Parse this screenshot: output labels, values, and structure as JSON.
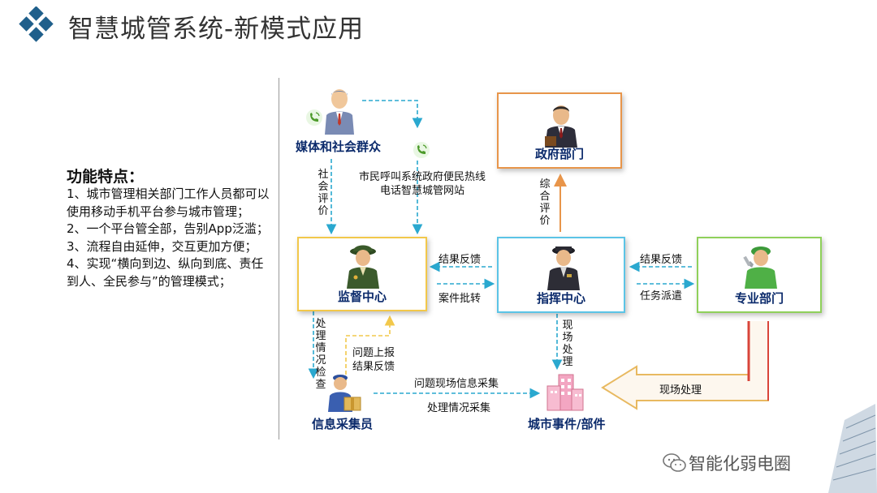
{
  "header": {
    "title": "智慧城管系统-新模式应用"
  },
  "features": {
    "heading": "功能特点：",
    "items": [
      "1、城市管理相关部门工作人员都可以使用移动手机平台参与城市管理；",
      "2、一个平台管全部，告别App泛滥；",
      "3、流程自由延伸，交互更加方便；",
      "4、实现“横向到边、纵向到底、责任到人、全民参与”的管理模式；"
    ]
  },
  "nodes": {
    "public": "媒体和社会群众",
    "government": "政府部门",
    "supervision": "监督中心",
    "command": "指挥中心",
    "departments": "专业部门",
    "collector": "信息采集员",
    "events": "城市事件/部件"
  },
  "labels": {
    "social_eval": "社会评价",
    "hotline": "市民呼叫系统政府便民热线电话智慧城管网站",
    "comprehensive_eval": "综合评价",
    "result_feedback_1": "结果反馈",
    "case_approval": "案件批转",
    "result_feedback_2": "结果反馈",
    "task_dispatch": "任务派遣",
    "handle_check": "处理情况检查",
    "problem_report": "问题上报",
    "result_feedback_3": "结果反馈",
    "onsite_handling_1": "现场处理",
    "info_collect": "问题现场信息采集",
    "handle_collect": "处理情况采集",
    "onsite_handling_2": "现场处理"
  },
  "colors": {
    "supervision_border": "#f2c84b",
    "command_border": "#5bc4e6",
    "departments_border": "#8fd05a",
    "government_border": "#e8954a",
    "arrow": "#2aa8cf",
    "logo": "#1f5f8b"
  },
  "watermark": {
    "text": "智能化弱电圈"
  }
}
